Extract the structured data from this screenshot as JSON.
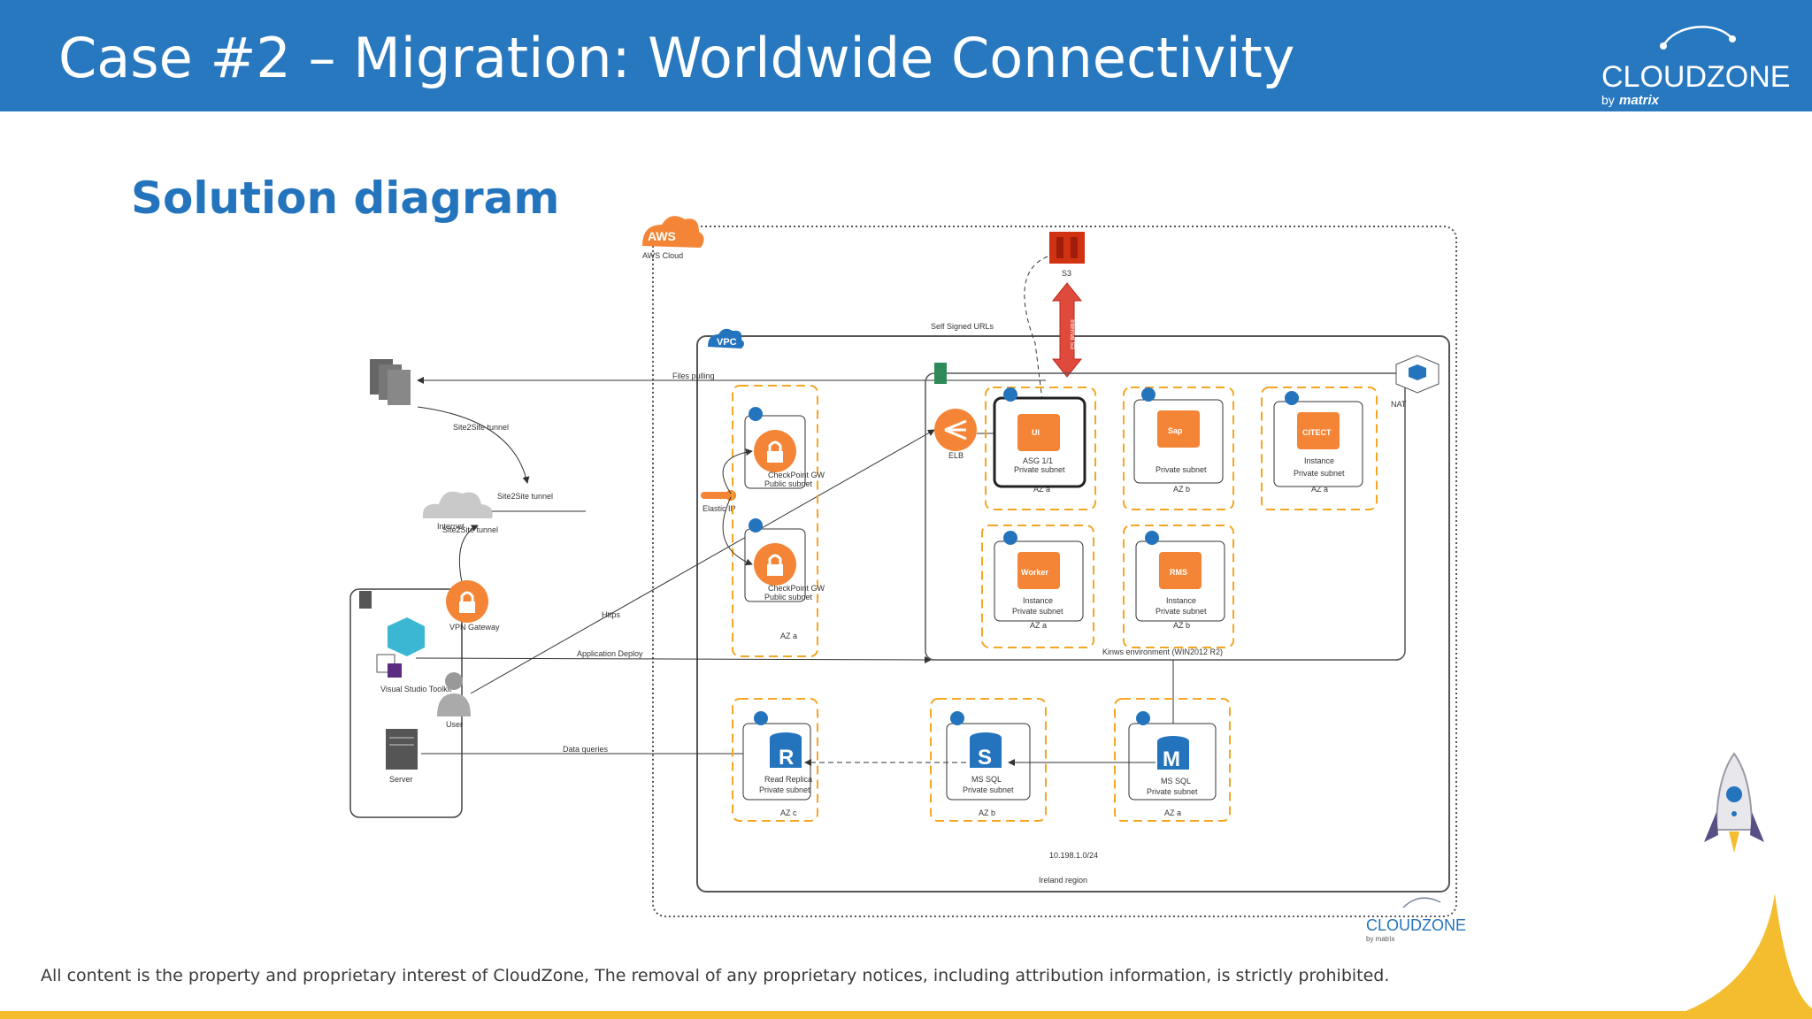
{
  "header": {
    "title": "Case #2 – Migration: Worldwide Connectivity",
    "logo_main": "CLOUDZONE",
    "logo_by": "by",
    "logo_matrix": "matrix",
    "bg_color": "#2878c0"
  },
  "subtitle": "Solution diagram",
  "diagram": {
    "aws_badge": "AWS",
    "aws_cloud": "AWS Cloud",
    "vpc_badge": "VPC",
    "s3": "S3",
    "s3_arrow": "Internal S3",
    "self_signed_urls": "Self Signed URLs",
    "files_pulling": "Files pulling",
    "site2site_tunnel_1": "Site2Site tunnel",
    "site2site_tunnel_2": "Site2Site tunnel",
    "site2site_tunnel_3": "Site2Site tunnel",
    "internet": "Internet",
    "elastic_ip": "Elastic IP",
    "https": "Https",
    "application_deploy": "Application Deploy",
    "data_queries": "Data queries",
    "vpn_gateway": "VPN Gateway",
    "visual_studio": "Visual Studio Toolkit",
    "user": "User",
    "server": "Server",
    "checkpoint_label": "CheckPoint GW",
    "public_subnet": "Public subnet",
    "private_subnet": "Private subnet",
    "instance": "Instance",
    "elb": "ELB",
    "nat": "NAT",
    "ui_asg": "ASG 1/1",
    "ui": "UI",
    "sap": "Sap",
    "citect": "CITECT",
    "worker": "Worker",
    "rms": "RMS",
    "read_replica": "Read Replica",
    "ms_sql": "MS SQL",
    "az_a": "AZ a",
    "az_b": "AZ b",
    "az_c": "AZ c",
    "kinws_env": "Kinws environment (WIN2012 R2)",
    "cidr": "10.198.1.0/24",
    "region": "Ireland region",
    "letter_r": "R",
    "letter_s": "S",
    "letter_m": "M",
    "watermark_main": "CLOUDZONE",
    "watermark_by": "by matrix"
  },
  "footer": "All content is the property and proprietary interest of CloudZone, The removal of any proprietary notices, including attribution information, is strictly prohibited.",
  "colors": {
    "accent_blue": "#2474bd",
    "aws_orange": "#f58536",
    "subnet_orange": "#f5a623",
    "s3_red": "#d13212",
    "yellow": "#f3bd2f"
  }
}
